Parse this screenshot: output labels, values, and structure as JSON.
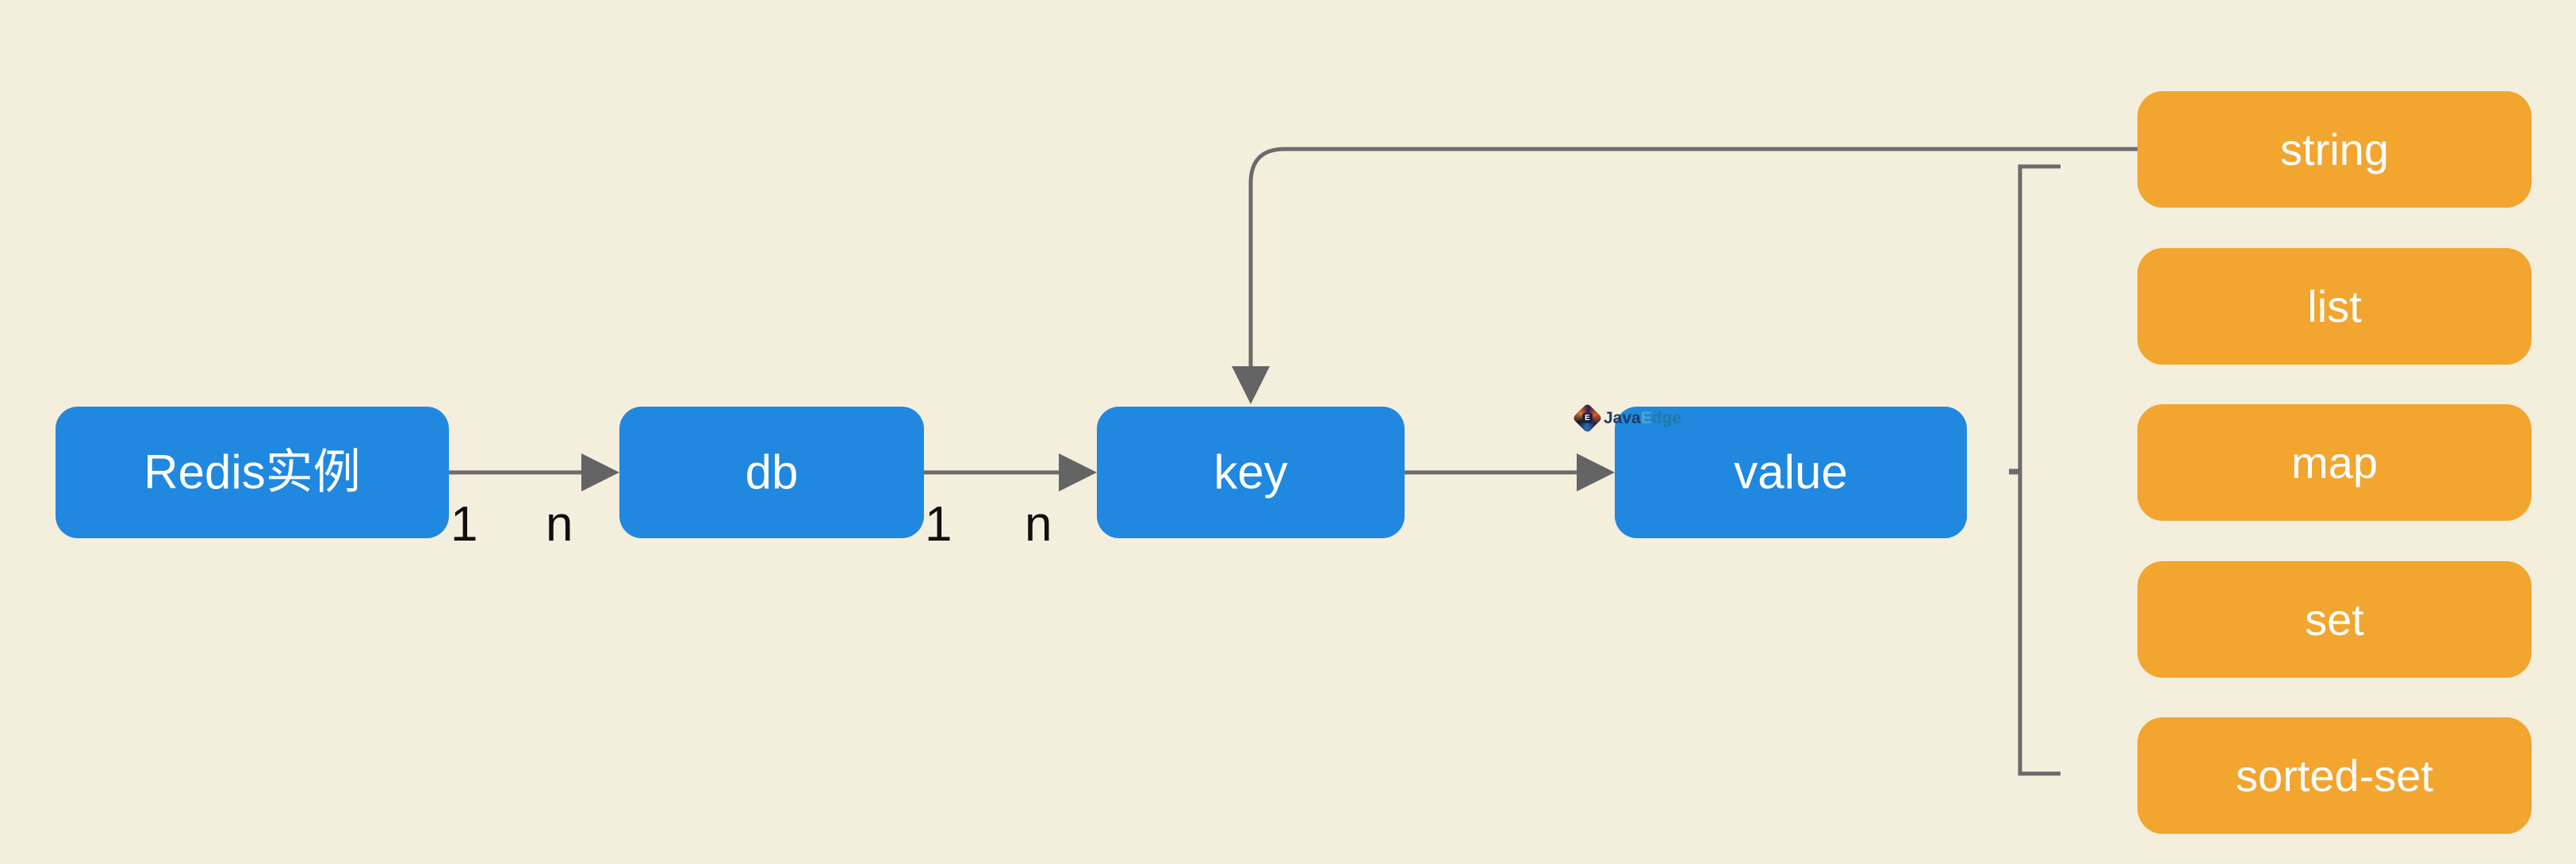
{
  "diagram": {
    "nodes": {
      "redis": {
        "label": "Redis实例"
      },
      "db": {
        "label": "db"
      },
      "key": {
        "label": "key"
      },
      "value": {
        "label": "value"
      }
    },
    "value_types": [
      {
        "label": "string"
      },
      {
        "label": "list"
      },
      {
        "label": "map"
      },
      {
        "label": "set"
      },
      {
        "label": "sorted-set"
      }
    ],
    "edge_labels": {
      "redis_db": {
        "source": "1",
        "target": "n"
      },
      "db_key": {
        "source": "1",
        "target": "n"
      }
    },
    "colors": {
      "background": "#F4EEDC",
      "node_blue": "#2188E0",
      "type_orange": "#F2A52F",
      "connector_gray": "#6B6B6B",
      "label_black": "#0F0F0F"
    }
  },
  "watermark": {
    "logo_glyph": "E",
    "java": "Java",
    "edge_first": "E",
    "edge_rest": "dge"
  }
}
